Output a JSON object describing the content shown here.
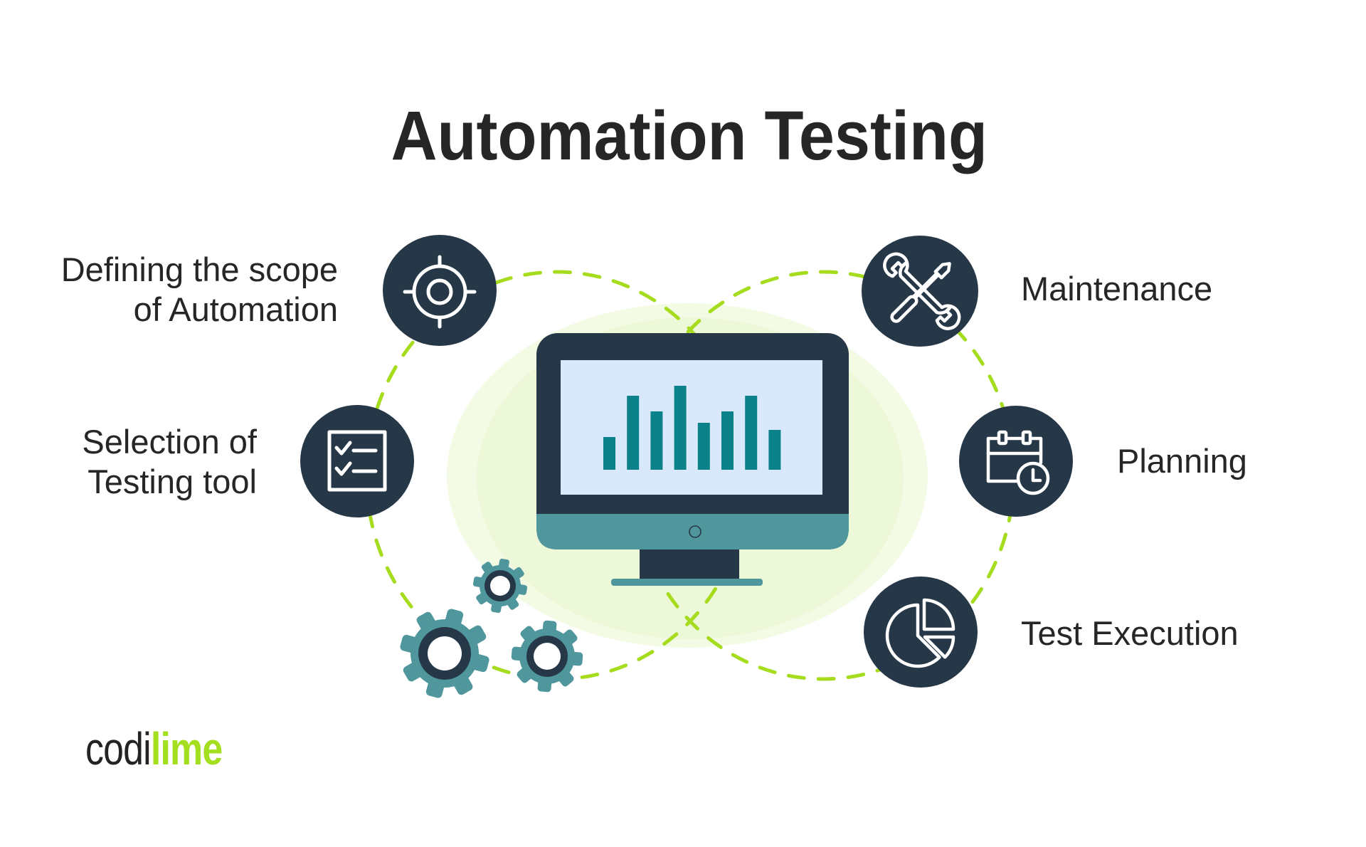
{
  "title": "Automation Testing",
  "steps": {
    "scope": {
      "lines": [
        "Defining the scope",
        "of Automation"
      ],
      "icon": "target-icon"
    },
    "tool": {
      "lines": [
        "Selection of",
        "Testing tool"
      ],
      "icon": "checklist-icon"
    },
    "maintenance": {
      "lines": [
        "Maintenance"
      ],
      "icon": "wrench-screwdriver-icon"
    },
    "planning": {
      "lines": [
        "Planning"
      ],
      "icon": "calendar-clock-icon"
    },
    "execution": {
      "lines": [
        "Test Execution"
      ],
      "icon": "pie-chart-icon"
    }
  },
  "monitor": {
    "icon": "monitor-icon",
    "bars": [
      46,
      104,
      82,
      118,
      66,
      82,
      104,
      56
    ]
  },
  "decorations": {
    "gears": "gears-icon",
    "loop": "dashed-infinity-loop"
  },
  "logo": {
    "part1": "codi",
    "part2": "lime"
  },
  "colors": {
    "navy": "#263747",
    "teal": "#4f979c",
    "bar": "#0b8289",
    "screen": "#d9e8fa",
    "lime": "#a6dc1e",
    "glow": "#eef9dc",
    "text": "#262626"
  }
}
